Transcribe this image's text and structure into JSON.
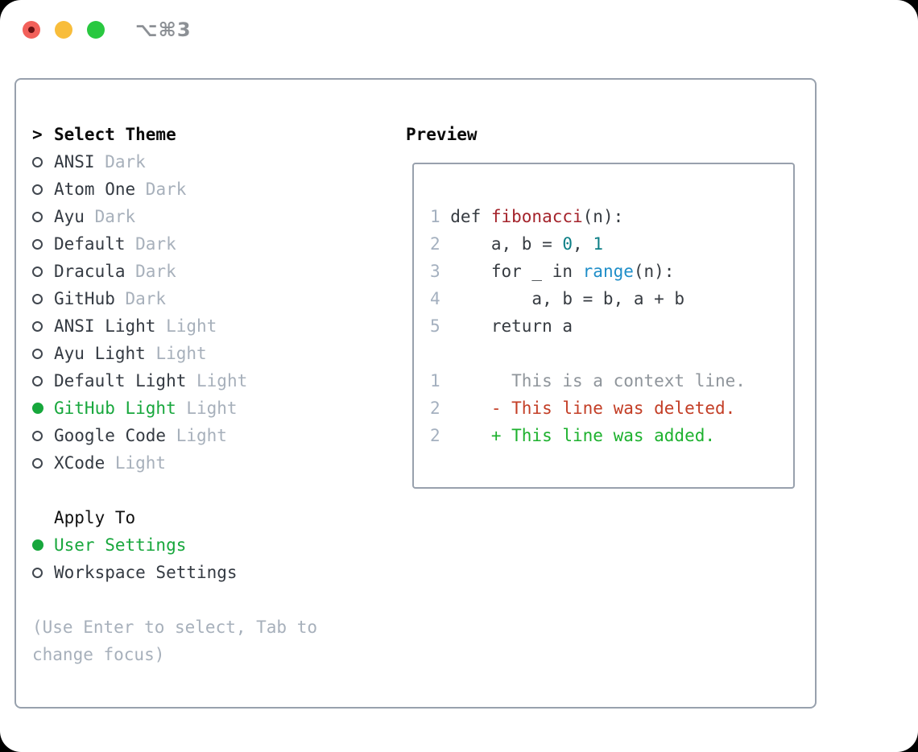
{
  "window": {
    "title": "⌥⌘3",
    "traffic_lights": [
      {
        "name": "close",
        "color": "#f2605a"
      },
      {
        "name": "minimize",
        "color": "#f8bd3b"
      },
      {
        "name": "zoom",
        "color": "#29c840"
      }
    ]
  },
  "theme_list": {
    "header": "Select Theme",
    "header_caret": ">",
    "items": [
      {
        "name": "ANSI",
        "variant": "Dark",
        "selected": false
      },
      {
        "name": "Atom One",
        "variant": "Dark",
        "selected": false
      },
      {
        "name": "Ayu",
        "variant": "Dark",
        "selected": false
      },
      {
        "name": "Default",
        "variant": "Dark",
        "selected": false
      },
      {
        "name": "Dracula",
        "variant": "Dark",
        "selected": false
      },
      {
        "name": "GitHub",
        "variant": "Dark",
        "selected": false
      },
      {
        "name": "ANSI Light",
        "variant": "Light",
        "selected": false
      },
      {
        "name": "Ayu Light",
        "variant": "Light",
        "selected": false
      },
      {
        "name": "Default Light",
        "variant": "Light",
        "selected": false
      },
      {
        "name": "GitHub Light",
        "variant": "Light",
        "selected": true
      },
      {
        "name": "Google Code",
        "variant": "Light",
        "selected": false
      },
      {
        "name": "XCode",
        "variant": "Light",
        "selected": false
      }
    ]
  },
  "apply_to": {
    "header": "Apply To",
    "options": [
      {
        "label": "User Settings",
        "selected": true
      },
      {
        "label": "Workspace Settings",
        "selected": false
      }
    ]
  },
  "hint": "(Use Enter to select, Tab to change focus)",
  "preview": {
    "header": "Preview",
    "code_lines": [
      {
        "num": "1",
        "segments": [
          {
            "text": "def ",
            "color": "code"
          },
          {
            "text": "fibonacci",
            "color": "function"
          },
          {
            "text": "(n):",
            "color": "code"
          }
        ]
      },
      {
        "num": "2",
        "segments": [
          {
            "text": "    a, b = ",
            "color": "code"
          },
          {
            "text": "0",
            "color": "number"
          },
          {
            "text": ", ",
            "color": "code"
          },
          {
            "text": "1",
            "color": "number"
          }
        ]
      },
      {
        "num": "3",
        "segments": [
          {
            "text": "    for _ in ",
            "color": "code"
          },
          {
            "text": "range",
            "color": "builtin"
          },
          {
            "text": "(n):",
            "color": "code"
          }
        ]
      },
      {
        "num": "4",
        "segments": [
          {
            "text": "        a, b = b, a + b",
            "color": "code"
          }
        ]
      },
      {
        "num": "5",
        "segments": [
          {
            "text": "    return a",
            "color": "code"
          }
        ]
      },
      {
        "num": "",
        "segments": []
      },
      {
        "num": "1",
        "segments": [
          {
            "text": "      This is a context line.",
            "color": "context"
          }
        ]
      },
      {
        "num": "2",
        "segments": [
          {
            "text": "    - This line was deleted.",
            "color": "deleted"
          }
        ]
      },
      {
        "num": "2",
        "segments": [
          {
            "text": "    + This line was added.",
            "color": "added"
          }
        ]
      }
    ]
  },
  "colors": {
    "code": "#363b41",
    "function": "#a4232b",
    "number": "#0d7f86",
    "builtin": "#1f8ec8",
    "context": "#8f959b",
    "deleted": "#c33e26",
    "added": "#1db12e",
    "selection_green": "#17a73c",
    "variant_gray": "#a7b0bb",
    "line_number_gray": "#a4b0bf",
    "panel_border": "#98a1ad"
  }
}
